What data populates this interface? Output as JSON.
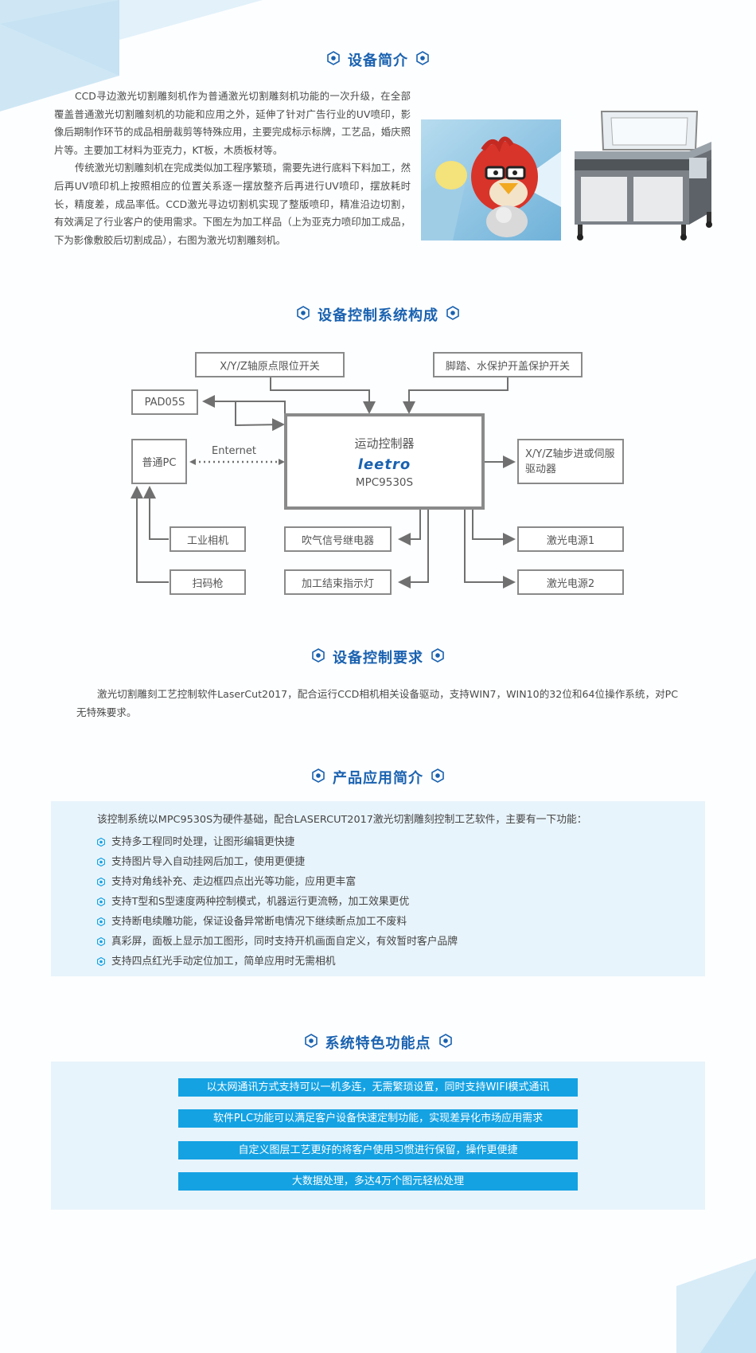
{
  "colors": {
    "title": "#1a62b0",
    "accent": "#14a2e3",
    "panel_bg": "#e8f4fb",
    "box_border": "#8a8a8a"
  },
  "section_intro": {
    "title": "设备简介",
    "paragraphs": [
      "CCD寻边激光切割雕刻机作为普通激光切割雕刻机功能的一次升级，在全部覆盖普通激光切割雕刻机的功能和应用之外，延伸了针对广告行业的UV喷印，影像后期制作环节的成品相册裁剪等特殊应用，主要完成标示标牌，工艺品，婚庆照片等。主要加工材料为亚克力，KT板，木质板材等。",
      "传统激光切割雕刻机在完成类似加工程序繁琐，需要先进行底料下料加工，然后再UV喷印机上按照相应的位置关系逐一摆放整齐后再进行UV喷印，摆放耗时长，精度差，成品率低。CCD激光寻边切割机实现了整版喷印，精准沿边切割，有效满足了行业客户的使用需求。下图左为加工样品（上为亚克力喷印加工成品，下为影像敷胶后切割成品），右图为激光切割雕刻机。"
    ]
  },
  "section_system": {
    "title": "设备控制系统构成",
    "controller": {
      "title": "运动控制器",
      "brand": "leetro",
      "model": "MPC9530S"
    },
    "boxes": {
      "limit_switch": "X/Y/Z轴原点限位开关",
      "pedal_switch": "脚踏、水保护开盖保护开关",
      "pad": "PAD05S",
      "pc": "普通PC",
      "ethernet": "Enternet",
      "driver": "X/Y/Z轴步进或伺服驱动器",
      "camera": "工业相机",
      "scanner": "扫码枪",
      "blow_relay": "吹气信号继电器",
      "finish_light": "加工结束指示灯",
      "laser1": "激光电源1",
      "laser2": "激光电源2"
    }
  },
  "section_requirements": {
    "title": "设备控制要求",
    "text": "激光切割雕刻工艺控制软件LaserCut2017，配合运行CCD相机相关设备驱动，支持WIN7，WIN10的32位和64位操作系统，对PC无特殊要求。"
  },
  "section_application": {
    "title": "产品应用简介",
    "intro": "该控制系统以MPC9530S为硬件基础，配合LASERCUT2017激光切割雕刻控制工艺软件，主要有一下功能：",
    "features": [
      "支持多工程同时处理，让图形编辑更快捷",
      "支持图片导入自动挂网后加工，使用更便捷",
      "支持对角线补充、走边框四点出光等功能，应用更丰富",
      "支持T型和S型速度两种控制模式，机器运行更流畅，加工效果更优",
      "支持断电续雕功能，保证设备异常断电情况下继续断点加工不废料",
      "真彩屏，面板上显示加工图形，同时支持开机画面自定义，有效暂时客户品牌",
      "支持四点红光手动定位加工，简单应用时无需相机"
    ]
  },
  "section_special": {
    "title": "系统特色功能点",
    "items": [
      "以太网通讯方式支持可以一机多连，无需繁琐设置，同时支持WIFI模式通讯",
      "软件PLC功能可以满足客户设备快速定制功能，实现差异化市场应用需求",
      "自定义图层工艺更好的将客户使用习惯进行保留，操作更便捷",
      "大数据处理，多达4万个图元轻松处理"
    ]
  }
}
